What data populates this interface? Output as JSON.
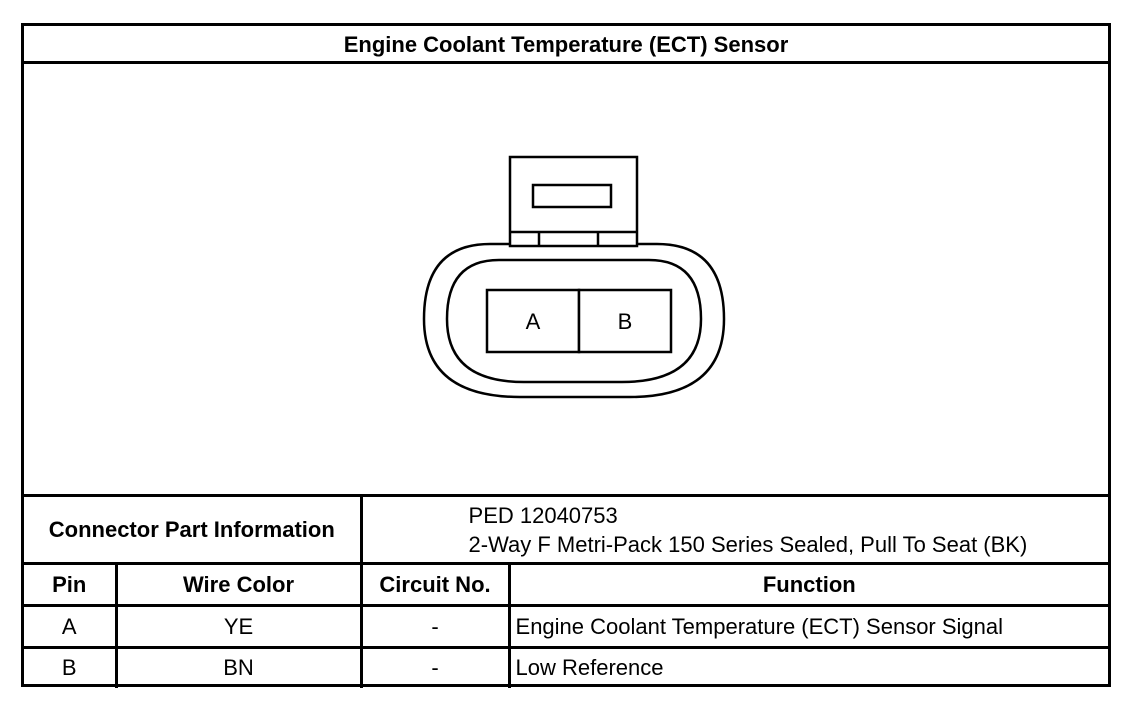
{
  "title": "Engine Coolant Temperature (ECT) Sensor",
  "connector_view": {
    "pins": [
      "A",
      "B"
    ]
  },
  "connector_part_info": {
    "label": "Connector Part Information",
    "lines": [
      "PED 12040753",
      "2-Way F Metri-Pack 150 Series Sealed, Pull To Seat (BK)"
    ]
  },
  "pin_table": {
    "headers": [
      "Pin",
      "Wire Color",
      "Circuit No.",
      "Function"
    ],
    "rows": [
      [
        "A",
        "YE",
        "-",
        "Engine Coolant Temperature (ECT) Sensor Signal"
      ],
      [
        "B",
        "BN",
        "-",
        "Low Reference"
      ]
    ]
  },
  "colors": {
    "line": "#000000",
    "background": "#ffffff"
  }
}
